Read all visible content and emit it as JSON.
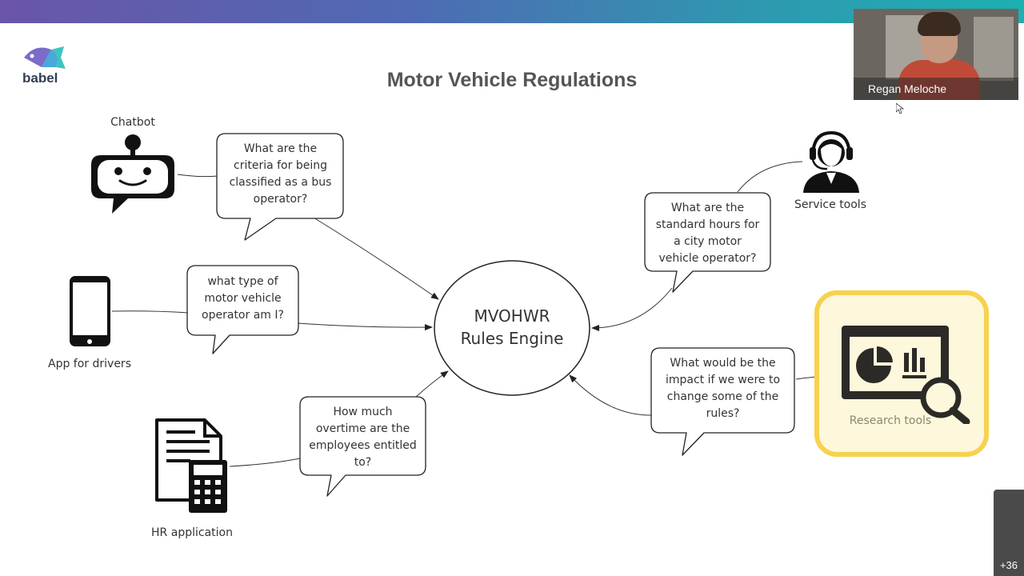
{
  "brand": {
    "name": "babel"
  },
  "slide": {
    "title": "Motor Vehicle Regulations"
  },
  "engine": {
    "line1": "MVOHWR",
    "line2": "Rules Engine"
  },
  "sources": {
    "chatbot": "Chatbot",
    "app": "App for drivers",
    "hr": "HR application",
    "service": "Service tools",
    "research": "Research tools"
  },
  "questions": {
    "chatbot": [
      "What are the",
      "criteria for being",
      "classified as a bus",
      "operator?"
    ],
    "app": [
      "what type of",
      "motor vehicle",
      "operator am I?"
    ],
    "hr": [
      "How much",
      "overtime are the",
      "employees entitled",
      "to?"
    ],
    "service": [
      "What are the",
      "standard hours for",
      "a city motor",
      "vehicle operator?"
    ],
    "research": [
      "What would be the",
      "impact if we were to",
      "change some of the",
      "rules?"
    ]
  },
  "video": {
    "participant": "Regan Meloche"
  },
  "participants_more": "+36",
  "icons": [
    "fish-logo-icon",
    "robot-icon",
    "phone-icon",
    "document-calculator-icon",
    "headset-agent-icon",
    "dashboard-search-icon",
    "cursor-icon"
  ],
  "colors": {
    "topbar_start": "#6a55a8",
    "topbar_end": "#1cb0b0",
    "research_border": "#f6d24e",
    "research_fill": "#fdf8dc"
  }
}
